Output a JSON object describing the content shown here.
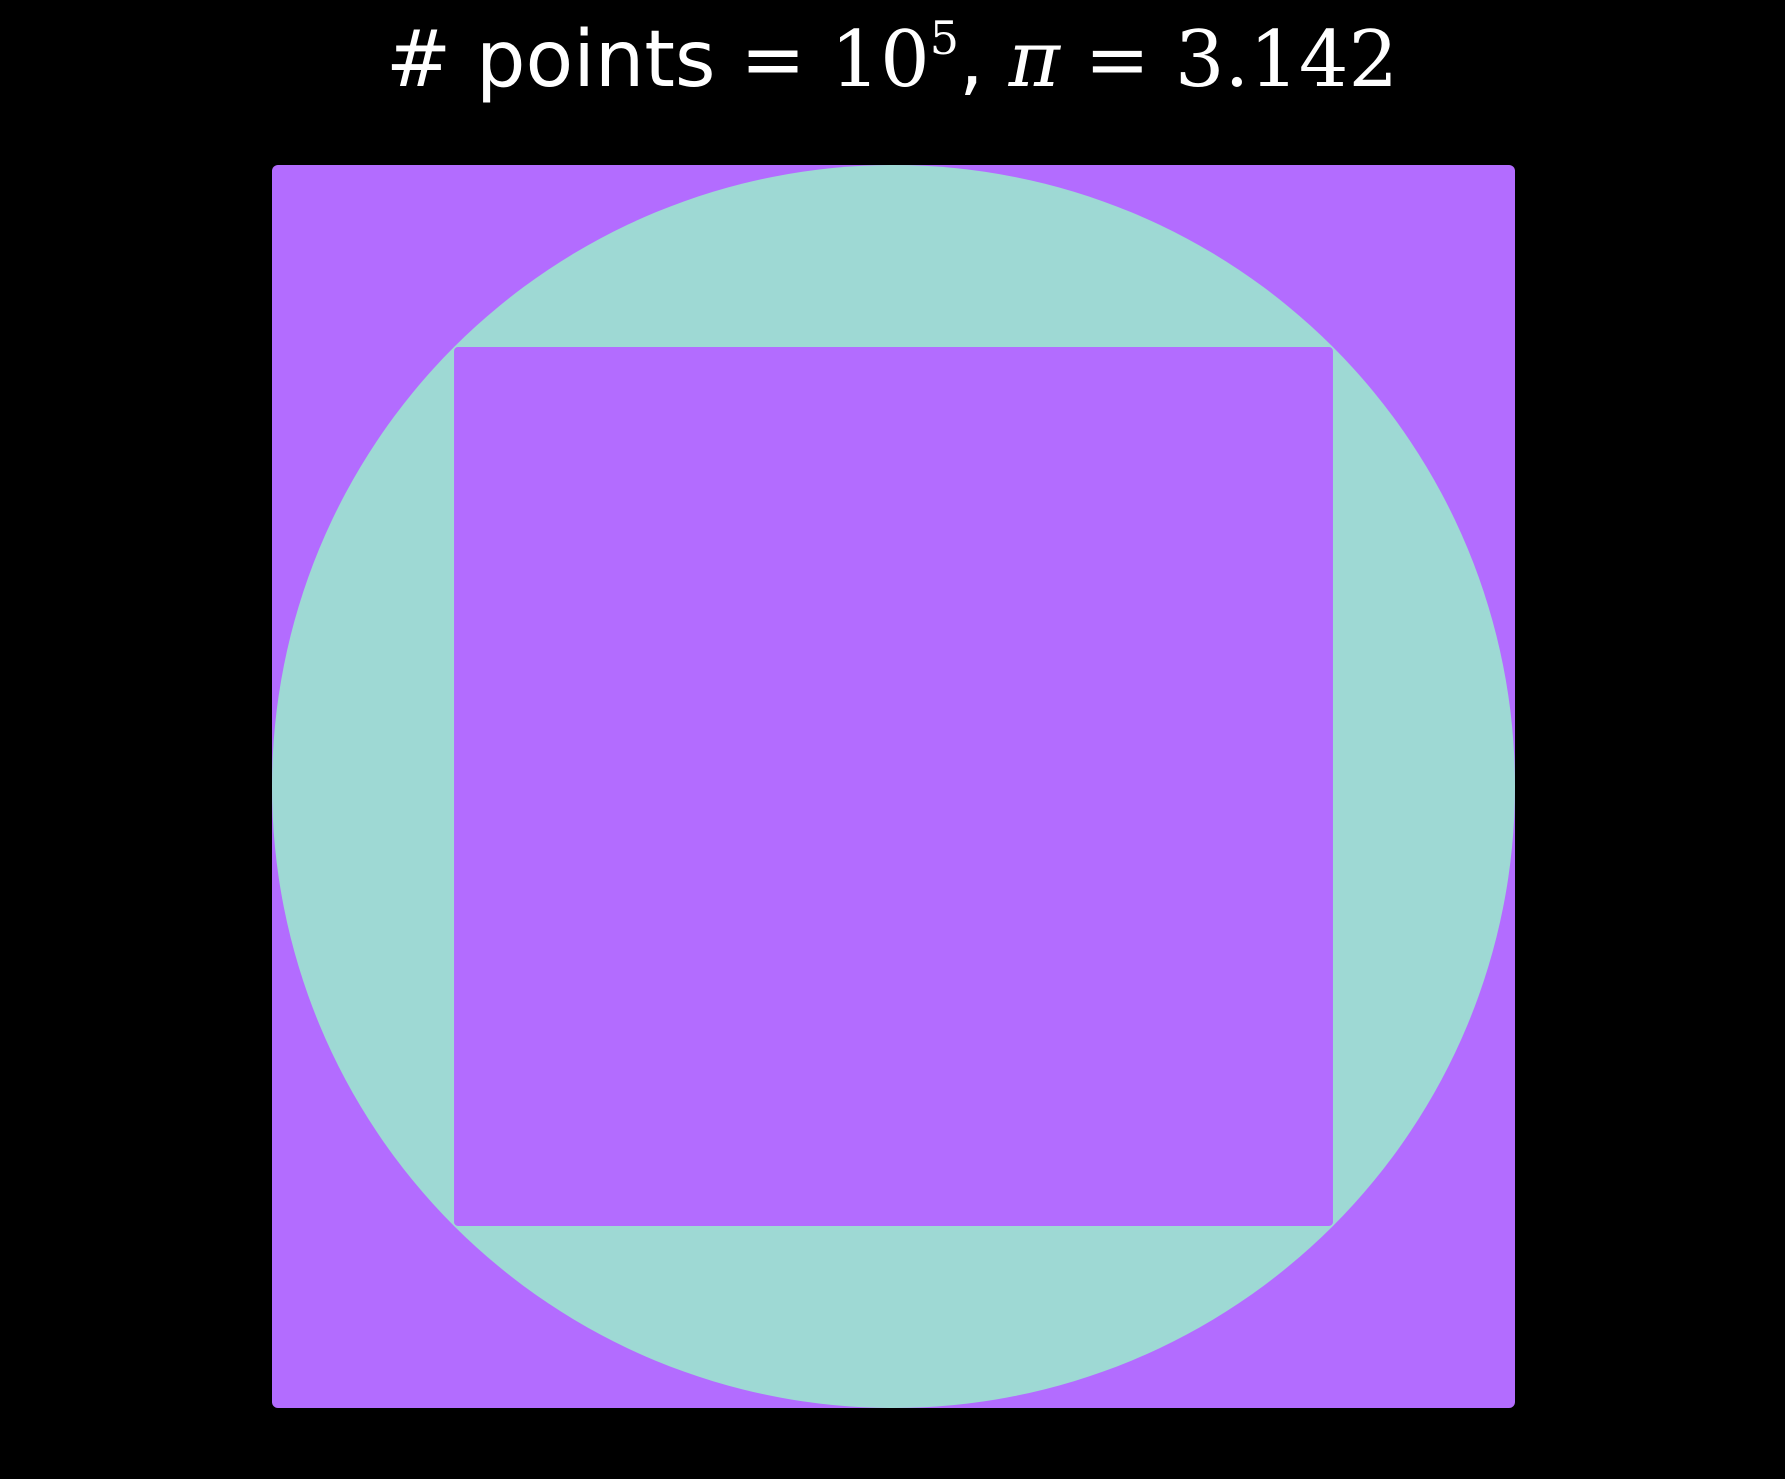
{
  "chart_data": {
    "type": "scatter",
    "title": {
      "prefix": "# points = ",
      "base": "10",
      "exponent": "5",
      "separator": ", ",
      "symbol": "π",
      "equals": " = ",
      "value": "3.142"
    },
    "n_points": 100000,
    "pi_estimate": 3.142,
    "xlabel": "",
    "ylabel": "",
    "xlim": [
      -1,
      1
    ],
    "ylim": [
      -1,
      1
    ],
    "axes_visible": false,
    "grid": false,
    "aspect": "equal",
    "series": [
      {
        "region": "outside unit circle",
        "color": "#b36cff",
        "x_range": [
          -1,
          1
        ],
        "y_range": [
          -1,
          1
        ]
      },
      {
        "region": "inside unit circle",
        "color": "#9ed9d4",
        "radius": 1
      },
      {
        "region": "inner square |x|,|y| ≤ 1/√2",
        "color": "#b36cff",
        "half_side": 0.7071
      }
    ]
  }
}
